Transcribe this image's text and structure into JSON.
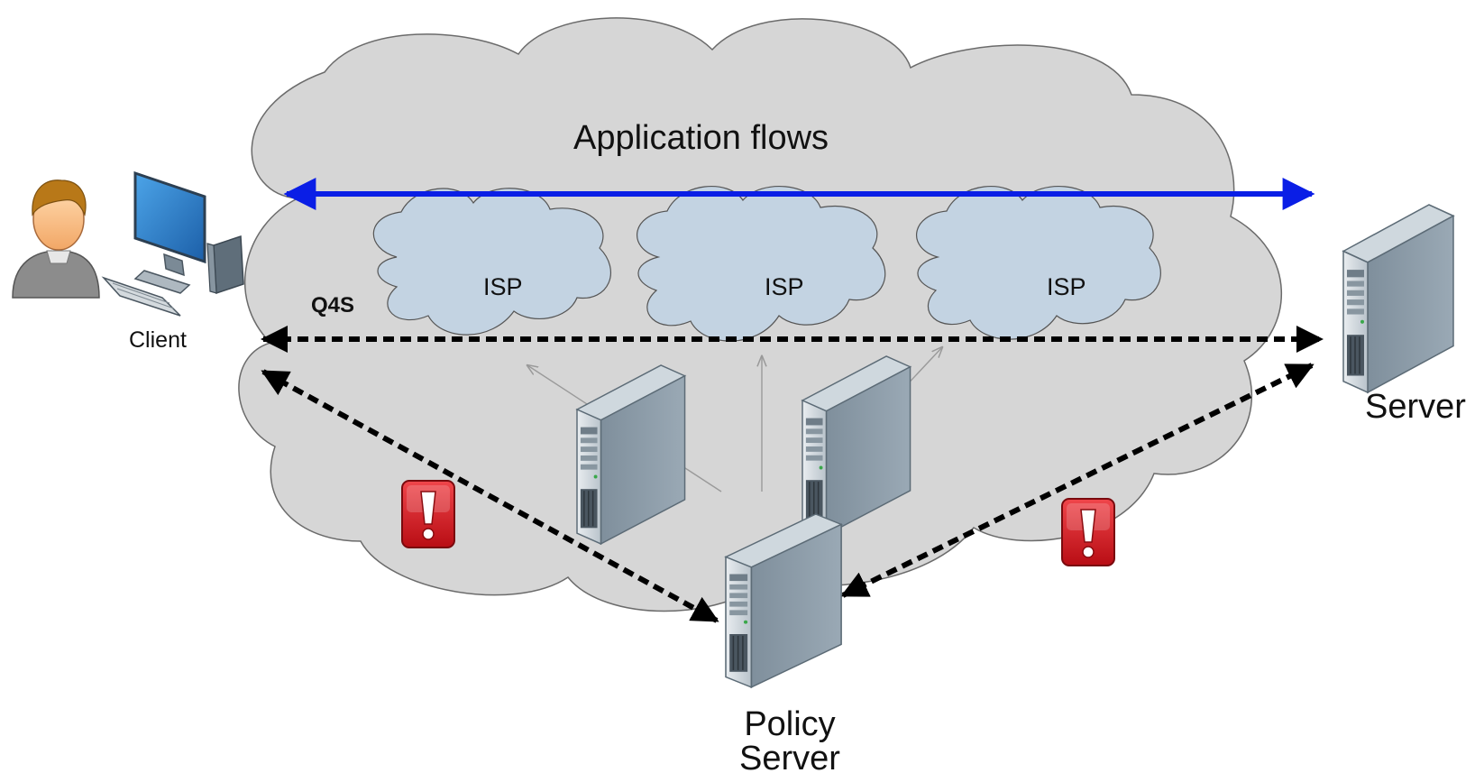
{
  "labels": {
    "app_flows": "Application flows",
    "isp_1": "ISP",
    "isp_2": "ISP",
    "isp_3": "ISP",
    "protocol": "Q4S",
    "client": "Client",
    "server": "Server",
    "policy_line1": "Policy",
    "policy_line2": "Server"
  },
  "colors": {
    "outer_cloud": "#d6d6d6",
    "isp_cloud": "#c3d3e2",
    "app_flow_arrow": "#0a1ee6",
    "q4s_arrow": "#000000",
    "alert": "#d1151c"
  },
  "icons": {
    "client": [
      "user-icon",
      "computer-icon"
    ],
    "server": "server-icon",
    "policy_server": "server-icon",
    "alert": "exclamation-alert-icon"
  }
}
